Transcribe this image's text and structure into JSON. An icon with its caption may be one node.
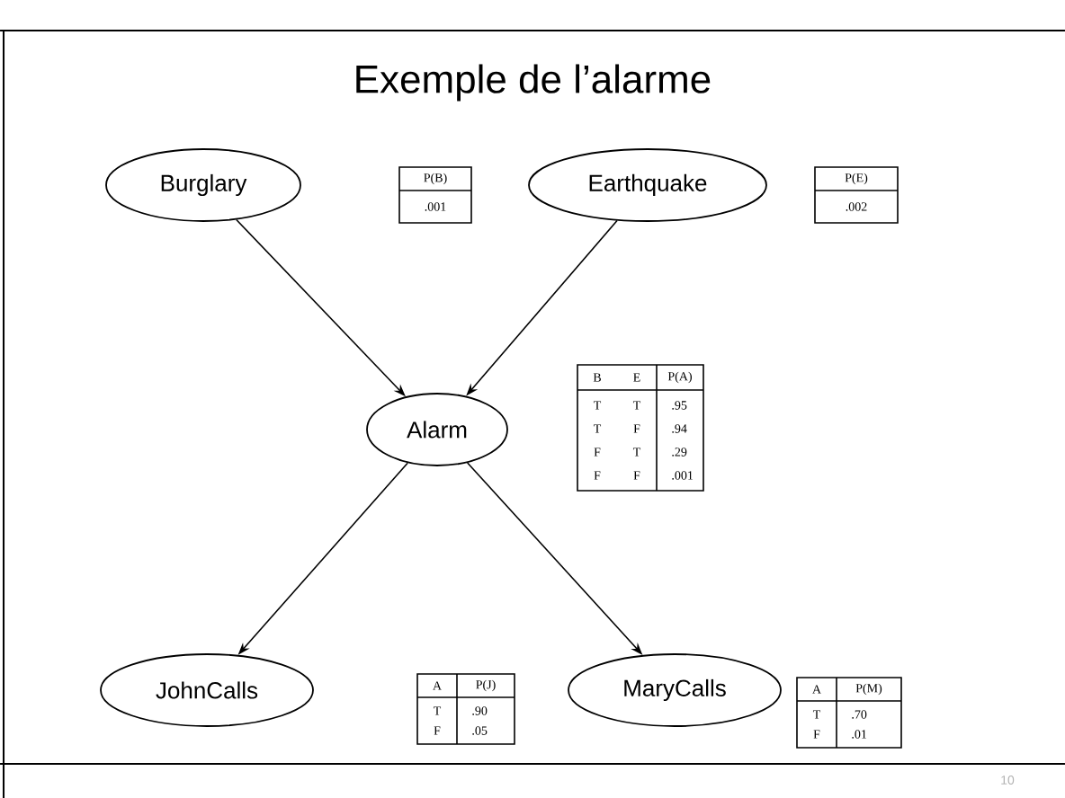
{
  "diagram": {
    "title": "Exemple de l’alarme",
    "nodes": [
      {
        "text": [
          "Burglary"
        ]
      },
      {
        "text": [
          "Earthquake"
        ]
      },
      {
        "text": [
          "Alarm"
        ]
      },
      {
        "text": [
          "JohnCalls"
        ]
      },
      {
        "text": [
          "MaryCalls"
        ]
      }
    ],
    "edges": [
      {
        "from": 0,
        "to": 2,
        "arrow": "to"
      },
      {
        "from": 1,
        "to": 2,
        "arrow": "to"
      },
      {
        "from": 2,
        "to": 3,
        "arrow": "to"
      },
      {
        "from": 2,
        "to": 4,
        "arrow": "to"
      }
    ],
    "labels": [
      "P(B)",
      ".001",
      "P(E)",
      ".002",
      "B",
      "E",
      "P(A)",
      "T",
      "T",
      ".95",
      "T",
      "F",
      ".94",
      "F",
      "T",
      ".29",
      "F",
      "F",
      ".001",
      "A",
      "P(J)",
      "T",
      ".90",
      "F",
      ".05",
      "A",
      "P(M)",
      "T",
      ".70",
      "F",
      ".01",
      "10"
    ]
  }
}
